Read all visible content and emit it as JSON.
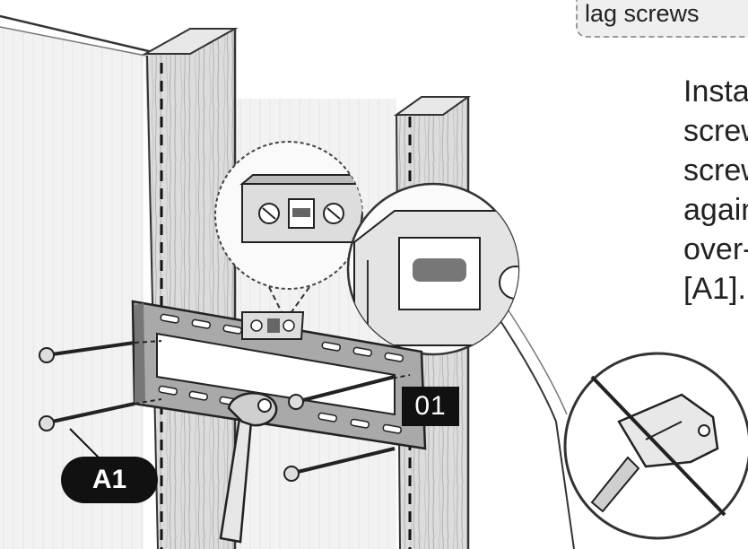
{
  "callout": {
    "text": "lag screws"
  },
  "instruction_lines": [
    "Insta",
    "screw",
    "screw",
    "again",
    "over-",
    "[A1]."
  ],
  "labels": {
    "part": "A1",
    "step": "01"
  },
  "colors": {
    "line": "#222222",
    "wood": "#d9d9d9",
    "wall": "#f1f1f1",
    "badge": "#111111"
  },
  "icons": [
    "level-icon",
    "power-drill-icon",
    "prohibited-icon",
    "wrench-icon",
    "lag-screw-icon"
  ]
}
